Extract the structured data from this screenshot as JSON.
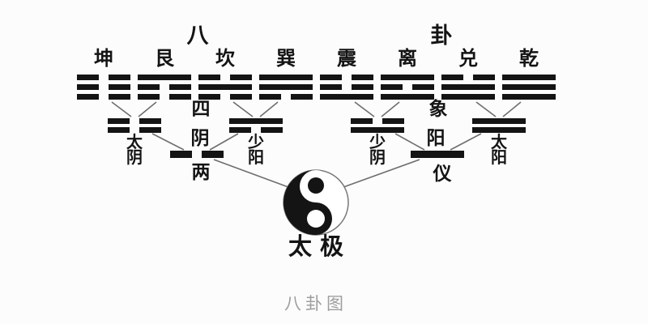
{
  "top_title": {
    "left": "八",
    "right": "卦"
  },
  "trigrams": [
    {
      "name": "坤",
      "lines": [
        "broken",
        "broken",
        "broken"
      ]
    },
    {
      "name": "艮",
      "lines": [
        "solid",
        "broken",
        "broken"
      ]
    },
    {
      "name": "坎",
      "lines": [
        "broken",
        "solid",
        "broken"
      ]
    },
    {
      "name": "巽",
      "lines": [
        "solid",
        "solid",
        "broken"
      ]
    },
    {
      "name": "震",
      "lines": [
        "broken",
        "broken",
        "solid"
      ]
    },
    {
      "name": "离",
      "lines": [
        "solid",
        "broken",
        "solid"
      ]
    },
    {
      "name": "兑",
      "lines": [
        "broken",
        "solid",
        "solid"
      ]
    },
    {
      "name": "乾",
      "lines": [
        "solid",
        "solid",
        "solid"
      ]
    }
  ],
  "sixiang": [
    {
      "name": "太阴",
      "lines": [
        "broken",
        "broken"
      ]
    },
    {
      "name": "少阳",
      "lines": [
        "solid",
        "broken"
      ]
    },
    {
      "name": "少阴",
      "lines": [
        "broken",
        "solid"
      ]
    },
    {
      "name": "太阳",
      "lines": [
        "solid",
        "solid"
      ]
    }
  ],
  "sixiang_split_label": {
    "left": "四",
    "right": "象"
  },
  "liangyi": [
    {
      "name": "阴",
      "line": "broken"
    },
    {
      "name": "阳",
      "line": "solid"
    }
  ],
  "liangyi_split_label": {
    "left": "两",
    "right": "仪"
  },
  "taiji_label": "太极",
  "caption": "八卦图",
  "colors": {
    "ink": "#141414",
    "connector": "#6e6e6e",
    "taiji_outline": "#787878",
    "caption": "#9e9e9e",
    "background": "#fcfcfc"
  }
}
